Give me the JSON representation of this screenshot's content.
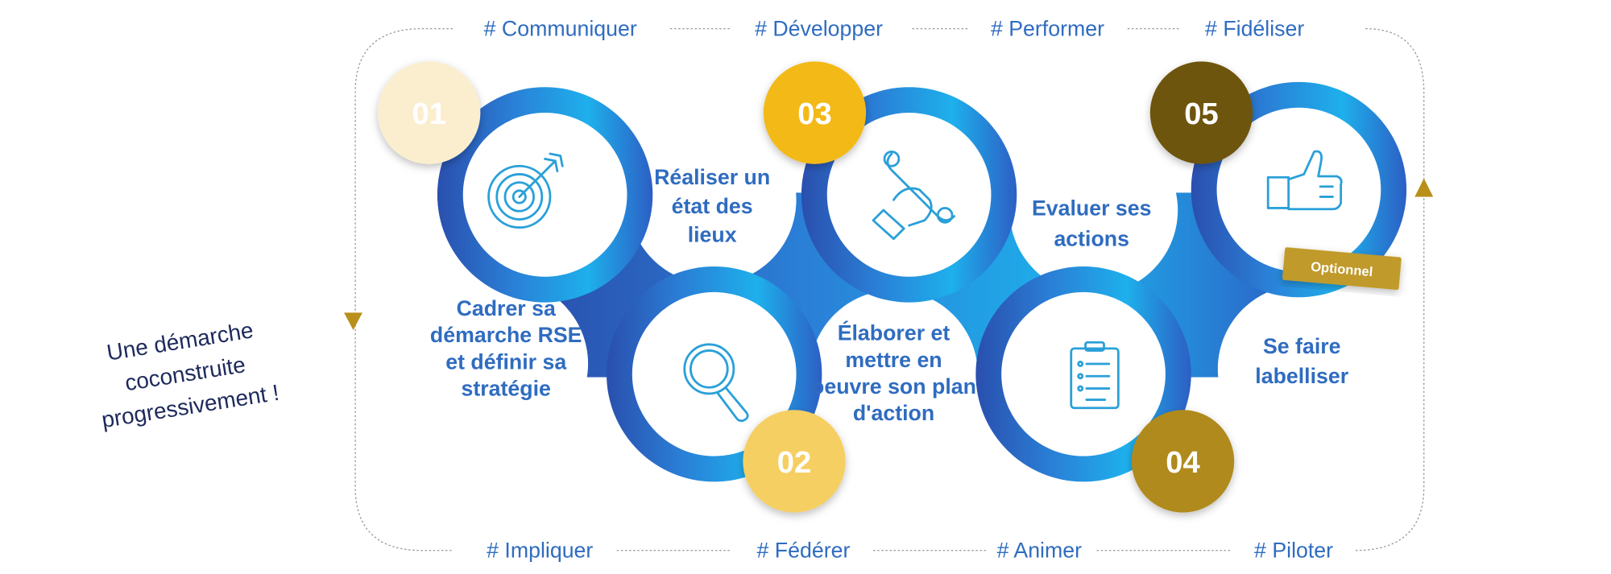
{
  "side_text": [
    "Une démarche",
    "coconstruite",
    "progressivement !"
  ],
  "top_tags": [
    "# Communiquer",
    "# Développer",
    "# Performer",
    "# Fidéliser"
  ],
  "bottom_tags": [
    "# Impliquer",
    "# Fédérer",
    "# Animer",
    "# Piloter"
  ],
  "steps": [
    {
      "number": "01",
      "color": "#fbeecf",
      "icon": "target-icon",
      "lines": [
        "Cadrer sa",
        "démarche RSE",
        "et définir sa",
        "stratégie"
      ]
    },
    {
      "number": "02",
      "color": "#f6cf62",
      "icon": "magnifier-icon",
      "lines": [
        "Réaliser un",
        "état des",
        "lieux"
      ]
    },
    {
      "number": "03",
      "color": "#f3b914",
      "icon": "wrench-hand-icon",
      "lines": [
        "Élaborer et",
        "mettre en",
        "oeuvre son plan",
        "d'action"
      ]
    },
    {
      "number": "04",
      "color": "#b08a1a",
      "icon": "clipboard-icon",
      "lines": [
        "Evaluer ses",
        "actions"
      ]
    },
    {
      "number": "05",
      "color": "#6e5510",
      "icon": "thumbs-up-icon",
      "lines": [
        "Se faire",
        "labelliser"
      ]
    }
  ],
  "optional_badge": "Optionnel",
  "colors": {
    "band_dark": "#2a55b5",
    "band_light": "#1eb0ec",
    "text": "#2f6cc0",
    "arrow": "#b8901a"
  }
}
